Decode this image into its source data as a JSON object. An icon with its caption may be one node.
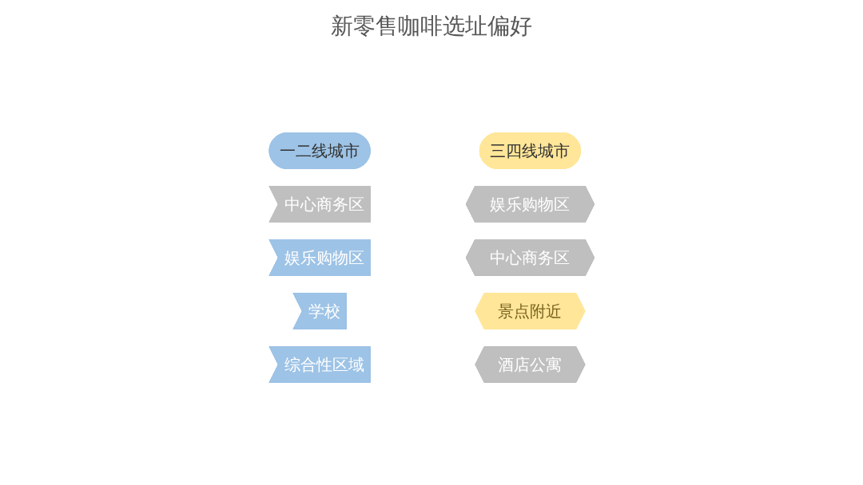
{
  "diagram": {
    "title": "新零售咖啡选址偏好",
    "nodes": [
      {
        "text": [
          "一二线城市"
        ]
      },
      {
        "text": [
          "三四线城市"
        ]
      },
      {
        "text": [
          "中心商务区"
        ]
      },
      {
        "text": [
          "娱乐购物区"
        ]
      },
      {
        "text": [
          "娱乐购物区"
        ]
      },
      {
        "text": [
          "中心商务区"
        ]
      },
      {
        "text": [
          "学校"
        ]
      },
      {
        "text": [
          "景点附近"
        ]
      },
      {
        "text": [
          "综合性区域"
        ]
      },
      {
        "text": [
          "酒店公寓"
        ]
      }
    ],
    "edges": []
  }
}
